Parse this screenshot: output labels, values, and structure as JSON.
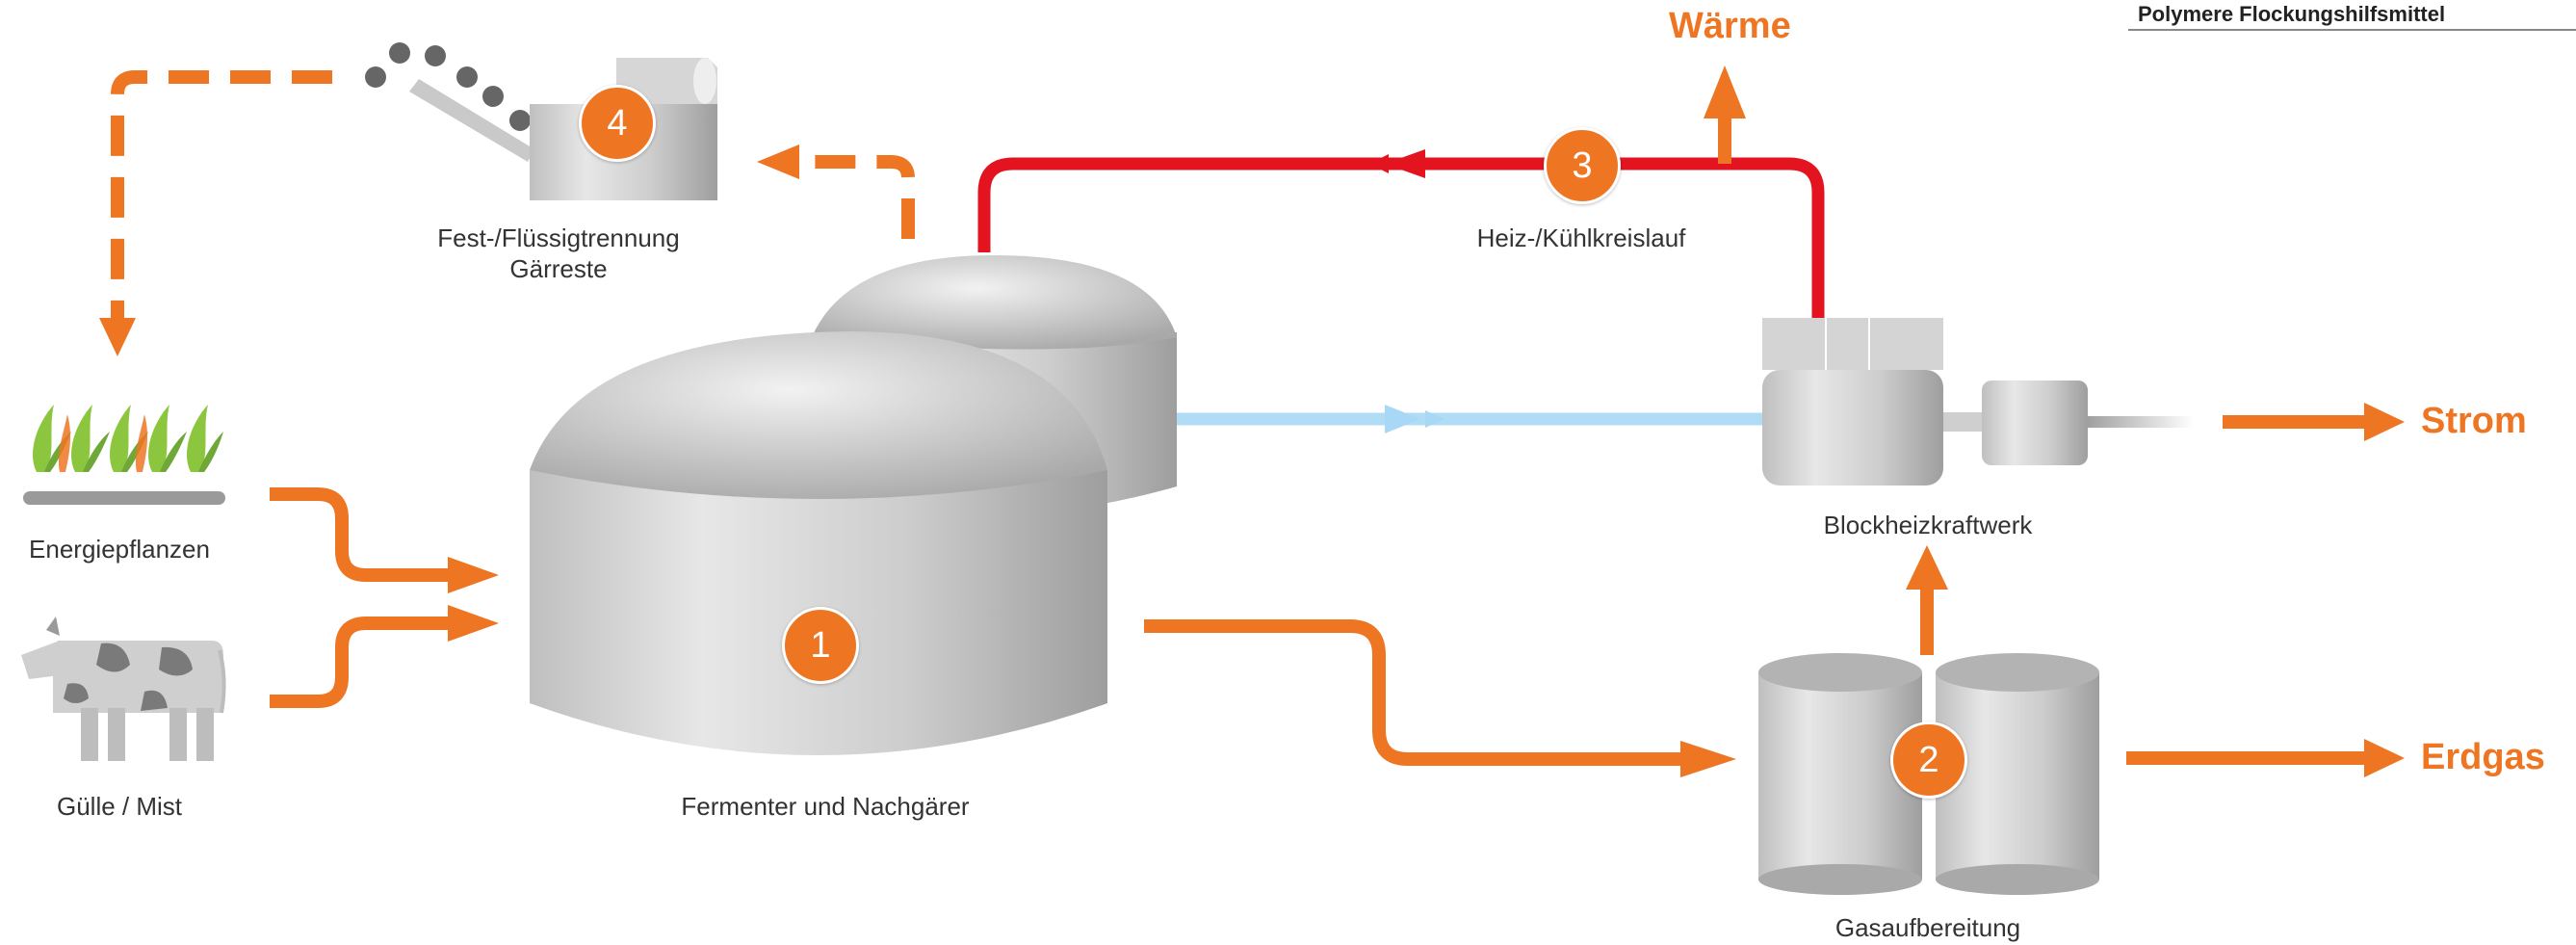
{
  "header": {
    "tag": "Polymere Flockungshilfsmittel"
  },
  "labels": {
    "energy_crops": "Energiepflanzen",
    "manure": "Gülle / Mist",
    "fermenter": "Fermenter und Nachgärer",
    "separation_line1": "Fest-/Flüssigtrennung",
    "separation_line2": "Gärreste",
    "heating_loop": "Heiz-/Kühlkreislauf",
    "chp": "Blockheizkraftwerk",
    "gas_upgrading": "Gasaufbereitung"
  },
  "outputs": {
    "heat": "Wärme",
    "power": "Strom",
    "natural_gas": "Erdgas"
  },
  "steps": {
    "fermenter": "1",
    "gas_upgrading": "2",
    "heating_loop": "3",
    "separation": "4"
  },
  "colors": {
    "accent": "#ee7623",
    "heat_line": "#e3141f",
    "cool_line": "#a8d8f5",
    "equipment": "#bdbdbd"
  }
}
